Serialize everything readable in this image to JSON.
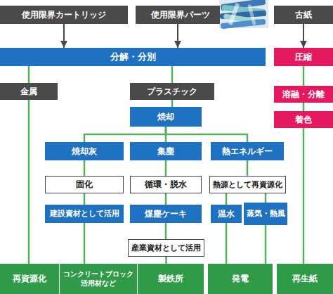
{
  "diagram": {
    "nodes": [
      {
        "text": [
          "使用限界カートリッジ"
        ]
      },
      {
        "text": [
          "使用限界パーツ"
        ]
      },
      {
        "text": [
          "古紙"
        ]
      },
      {
        "text": [
          "分解・分別"
        ]
      },
      {
        "text": [
          "圧縮"
        ]
      },
      {
        "text": [
          "金属"
        ]
      },
      {
        "text": [
          "プラスチック"
        ]
      },
      {
        "text": [
          "溶融・分離"
        ]
      },
      {
        "text": [
          "焼却"
        ]
      },
      {
        "text": [
          "着色"
        ]
      },
      {
        "text": [
          "焼却灰"
        ]
      },
      {
        "text": [
          "集塵"
        ]
      },
      {
        "text": [
          "熱エネルギー"
        ]
      },
      {
        "text": [
          "固化"
        ]
      },
      {
        "text": [
          "循環・脱水"
        ]
      },
      {
        "text": [
          "熱源として再資源化"
        ]
      },
      {
        "text": [
          "建設資材として活用"
        ]
      },
      {
        "text": [
          "煤塵ケーキ"
        ]
      },
      {
        "text": [
          "温水"
        ]
      },
      {
        "text": [
          "蒸気・熱風"
        ]
      },
      {
        "text": [
          "産業資材として活用"
        ]
      },
      {
        "text": [
          "再資源化"
        ]
      },
      {
        "text": [
          "コンクリートブロック 活用材など"
        ]
      },
      {
        "text": [
          "製鉄所"
        ]
      },
      {
        "text": [
          "発電"
        ]
      },
      {
        "text": [
          "再生紙"
        ]
      }
    ],
    "edges": [
      {
        "from": 0,
        "to": 3,
        "arrow": "to"
      },
      {
        "from": 1,
        "to": 3,
        "arrow": "to"
      },
      {
        "from": 2,
        "to": 4,
        "arrow": "to"
      },
      {
        "from": 3,
        "to": 5,
        "arrow": "none"
      },
      {
        "from": 3,
        "to": 6,
        "arrow": "none"
      },
      {
        "from": 5,
        "to": 21,
        "arrow": "none"
      },
      {
        "from": 6,
        "to": 8,
        "arrow": "none"
      },
      {
        "from": 8,
        "to": 10,
        "arrow": "none"
      },
      {
        "from": 8,
        "to": 11,
        "arrow": "none"
      },
      {
        "from": 8,
        "to": 12,
        "arrow": "none"
      },
      {
        "from": 10,
        "to": 13,
        "arrow": "none"
      },
      {
        "from": 13,
        "to": 16,
        "arrow": "none"
      },
      {
        "from": 16,
        "to": 22,
        "arrow": "none"
      },
      {
        "from": 11,
        "to": 14,
        "arrow": "none"
      },
      {
        "from": 14,
        "to": 17,
        "arrow": "none"
      },
      {
        "from": 17,
        "to": 20,
        "arrow": "none"
      },
      {
        "from": 20,
        "to": 23,
        "arrow": "none"
      },
      {
        "from": 12,
        "to": 15,
        "arrow": "none"
      },
      {
        "from": 15,
        "to": 18,
        "arrow": "none"
      },
      {
        "from": 15,
        "to": 19,
        "arrow": "none"
      },
      {
        "from": 18,
        "to": 24,
        "arrow": "none"
      },
      {
        "from": 19,
        "to": 24,
        "arrow": "none"
      },
      {
        "from": 4,
        "to": 7,
        "arrow": "none"
      },
      {
        "from": 7,
        "to": 9,
        "arrow": "none"
      },
      {
        "from": 9,
        "to": 25,
        "arrow": "none"
      }
    ]
  }
}
